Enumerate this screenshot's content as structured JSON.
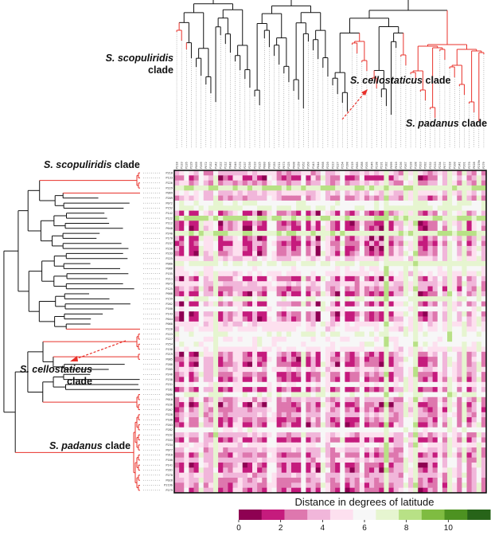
{
  "clades": {
    "top_scopuliridis": {
      "species": "S. scopuliridis",
      "suffix": "clade"
    },
    "top_cellostaticus": {
      "species": "S. cellostaticus",
      "suffix": "clade"
    },
    "top_padanus": {
      "species": "S. padanus",
      "suffix": "clade"
    },
    "left_scopuliridis": {
      "species": "S. scopuliridis",
      "suffix": "clade"
    },
    "left_cellostaticus": {
      "species": "S. cellostaticus",
      "suffix": "clade"
    },
    "left_padanus": {
      "species": "S. padanus",
      "suffix": "clade"
    }
  },
  "leaves": [
    "P218",
    "P133",
    "P226",
    "P229",
    "P069",
    "P209",
    "P072",
    "P152",
    "P142",
    "P122",
    "P112",
    "P048",
    "P240",
    "P170",
    "P237",
    "P230",
    "P233",
    "P225",
    "P080",
    "P086",
    "P155",
    "P211",
    "P073",
    "P125",
    "P008",
    "P159",
    "P262",
    "P160",
    "P143",
    "P044",
    "P068",
    "P220",
    "P223",
    "P227",
    "P254",
    "P198",
    "P219",
    "P085",
    "P288",
    "P205",
    "P246",
    "P238",
    "P231",
    "P182",
    "P099",
    "P010",
    "P236",
    "P267",
    "P228",
    "P108",
    "P203",
    "P282",
    "P232",
    "P333",
    "P234",
    "P077",
    "P318",
    "P100",
    "P141",
    "P201",
    "P270",
    "P028",
    "P219b",
    "P279"
  ],
  "colors": {
    "branch": "#111111",
    "highlight": "#e8302a",
    "scale": [
      "#8e0152",
      "#c51b7d",
      "#de77ae",
      "#f1b6da",
      "#fde0ef",
      "#f7f7f7",
      "#e6f5d0",
      "#b8e186",
      "#7fbc41",
      "#4d9221",
      "#276419"
    ]
  },
  "legend": {
    "title": "Distance in degrees of latitude",
    "min": 0,
    "max": 12,
    "ticks": [
      "0",
      "2",
      "4",
      "6",
      "8",
      "10"
    ]
  }
}
